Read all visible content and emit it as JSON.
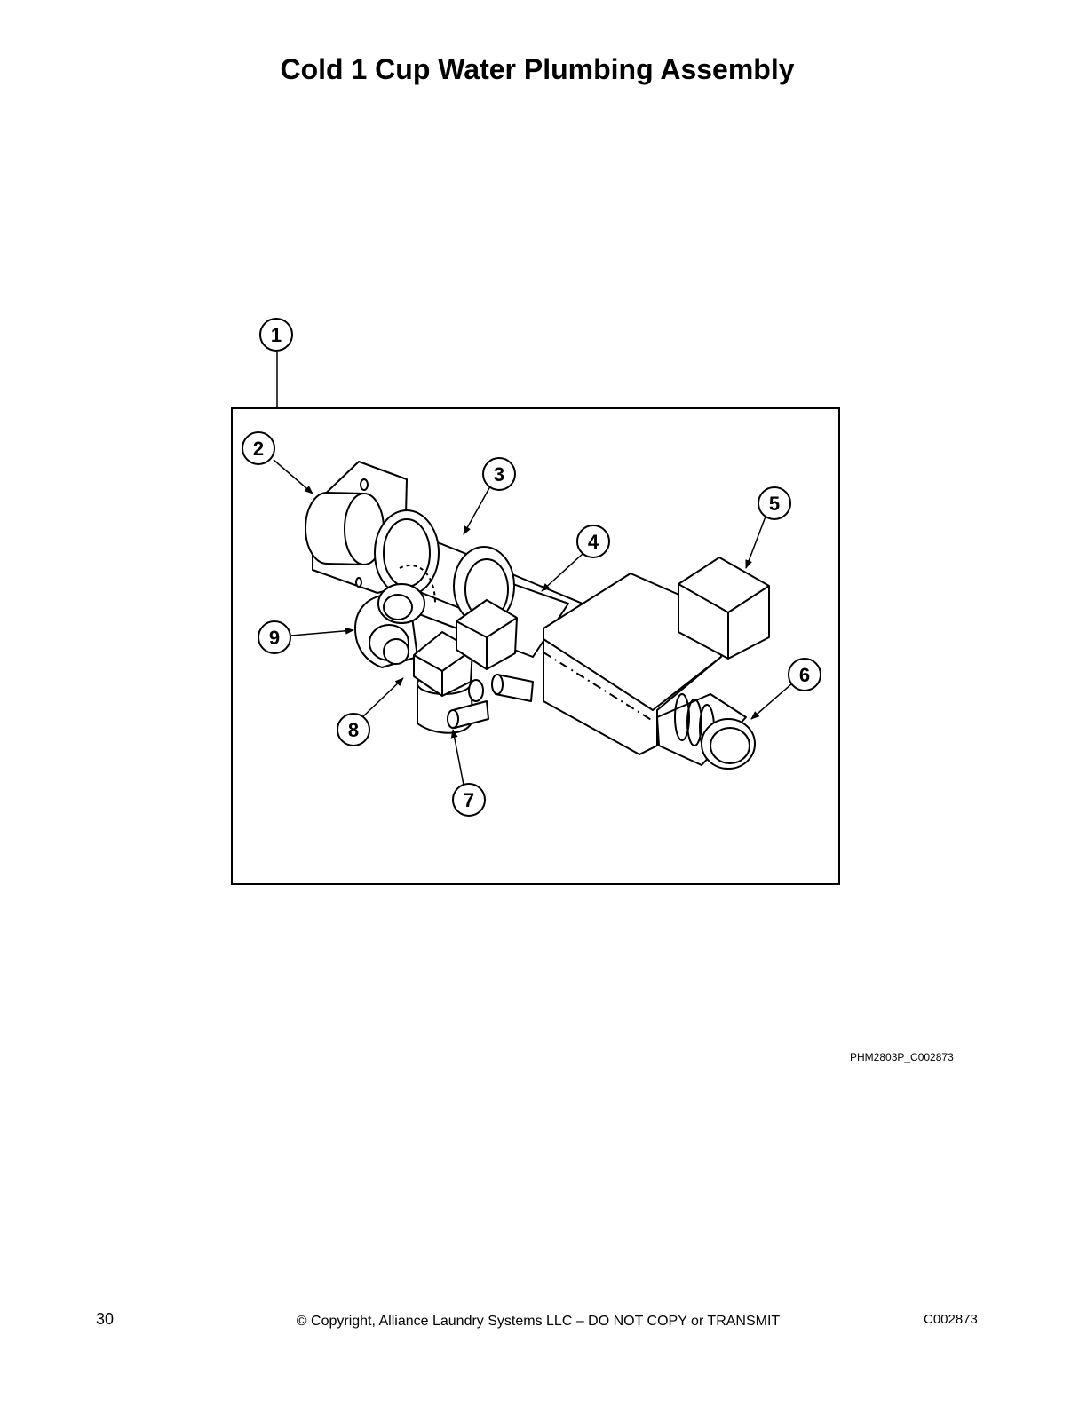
{
  "page": {
    "title": "Cold 1 Cup Water Plumbing Assembly",
    "figure_id": "PHM2803P_C002873",
    "page_number": "30",
    "copyright": "© Copyright, Alliance Laundry Systems LLC – DO NOT COPY or TRANSMIT",
    "doc_code": "C002873"
  },
  "callouts": [
    "1",
    "2",
    "3",
    "4",
    "5",
    "6",
    "7",
    "8",
    "9"
  ]
}
